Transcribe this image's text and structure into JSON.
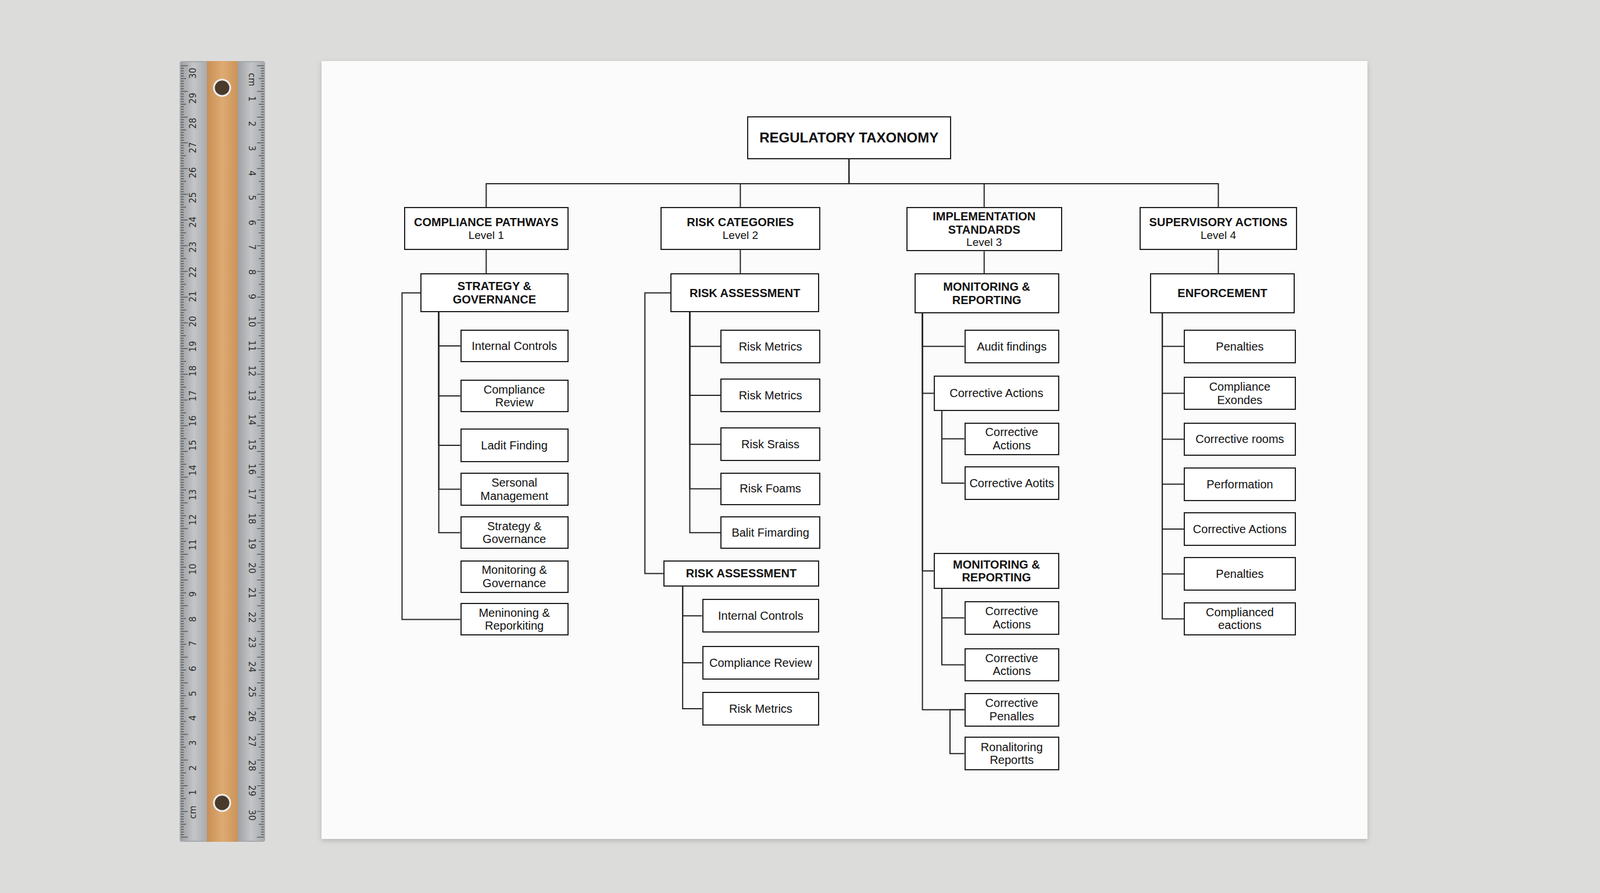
{
  "diagram": {
    "nodes": [
      {
        "text": [
          "REGULATORY TAXONOMY"
        ]
      },
      {
        "text": [
          "COMPLIANCE PATHWAYS",
          "Level 1"
        ]
      },
      {
        "text": [
          "RISK CATEGORIES",
          "Level 2"
        ]
      },
      {
        "text": [
          "IMPLEMENTATION STANDARDS",
          "Level 3"
        ]
      },
      {
        "text": [
          "SUPERVISORY ACTIONS",
          "Level 4"
        ]
      },
      {
        "text": [
          "STRATEGY & GOVERNANCE"
        ]
      },
      {
        "text": [
          "Internal Controls"
        ]
      },
      {
        "text": [
          "Compliance Review"
        ]
      },
      {
        "text": [
          "Ladit Finding"
        ]
      },
      {
        "text": [
          "Sersonal Management"
        ]
      },
      {
        "text": [
          "Strategy & Governance"
        ]
      },
      {
        "text": [
          "Monitoring & Governance"
        ]
      },
      {
        "text": [
          "Meninoning & Reporkiting"
        ]
      },
      {
        "text": [
          "RISK ASSESSMENT"
        ]
      },
      {
        "text": [
          "Risk Metrics"
        ]
      },
      {
        "text": [
          "Risk Metrics"
        ]
      },
      {
        "text": [
          "Risk Sraiss"
        ]
      },
      {
        "text": [
          "Risk Foams"
        ]
      },
      {
        "text": [
          "Balit Fimarding"
        ]
      },
      {
        "text": [
          "RISK ASSESSMENT"
        ]
      },
      {
        "text": [
          "Internal Controls"
        ]
      },
      {
        "text": [
          "Compliance Review"
        ]
      },
      {
        "text": [
          "Risk Metrics"
        ]
      },
      {
        "text": [
          "MONITORING & REPORTING"
        ]
      },
      {
        "text": [
          "Audit findings"
        ]
      },
      {
        "text": [
          "Corrective Actions"
        ]
      },
      {
        "text": [
          "Corrective Actions"
        ]
      },
      {
        "text": [
          "Corrective Aotits"
        ]
      },
      {
        "text": [
          "MONITORING & REPORTING"
        ]
      },
      {
        "text": [
          "Corrective Actions"
        ]
      },
      {
        "text": [
          "Corrective Actions"
        ]
      },
      {
        "text": [
          "Corrective Penalles"
        ]
      },
      {
        "text": [
          "Ronalitoring Reportts"
        ]
      },
      {
        "text": [
          "ENFORCEMENT"
        ]
      },
      {
        "text": [
          "Penalties"
        ]
      },
      {
        "text": [
          "Compliance Exondes"
        ]
      },
      {
        "text": [
          "Corrective rooms"
        ]
      },
      {
        "text": [
          "Performation"
        ]
      },
      {
        "text": [
          "Corrective Actions"
        ]
      },
      {
        "text": [
          "Penalties"
        ]
      },
      {
        "text": [
          "Complianced eactions"
        ]
      }
    ],
    "edges": [
      {
        "from": 0,
        "to": 1,
        "arrow": "none"
      },
      {
        "from": 0,
        "to": 2,
        "arrow": "none"
      },
      {
        "from": 0,
        "to": 3,
        "arrow": "none"
      },
      {
        "from": 0,
        "to": 4,
        "arrow": "none"
      },
      {
        "from": 1,
        "to": 5,
        "arrow": "none"
      },
      {
        "from": 2,
        "to": 13,
        "arrow": "none"
      },
      {
        "from": 3,
        "to": 23,
        "arrow": "none"
      },
      {
        "from": 4,
        "to": 33,
        "arrow": "none"
      },
      {
        "from": 5,
        "to": 6,
        "arrow": "none"
      },
      {
        "from": 5,
        "to": 7,
        "arrow": "none"
      },
      {
        "from": 5,
        "to": 8,
        "arrow": "none"
      },
      {
        "from": 5,
        "to": 9,
        "arrow": "none"
      },
      {
        "from": 5,
        "to": 10,
        "arrow": "none"
      },
      {
        "from": 5,
        "to": 12,
        "arrow": "none"
      },
      {
        "from": 13,
        "to": 14,
        "arrow": "none"
      },
      {
        "from": 13,
        "to": 15,
        "arrow": "none"
      },
      {
        "from": 13,
        "to": 16,
        "arrow": "none"
      },
      {
        "from": 13,
        "to": 17,
        "arrow": "none"
      },
      {
        "from": 13,
        "to": 18,
        "arrow": "none"
      },
      {
        "from": 13,
        "to": 19,
        "arrow": "none"
      },
      {
        "from": 19,
        "to": 20,
        "arrow": "none"
      },
      {
        "from": 19,
        "to": 21,
        "arrow": "none"
      },
      {
        "from": 19,
        "to": 22,
        "arrow": "none"
      },
      {
        "from": 23,
        "to": 24,
        "arrow": "none"
      },
      {
        "from": 23,
        "to": 25,
        "arrow": "none"
      },
      {
        "from": 25,
        "to": 26,
        "arrow": "none"
      },
      {
        "from": 25,
        "to": 27,
        "arrow": "none"
      },
      {
        "from": 23,
        "to": 28,
        "arrow": "none"
      },
      {
        "from": 28,
        "to": 29,
        "arrow": "none"
      },
      {
        "from": 28,
        "to": 30,
        "arrow": "none"
      },
      {
        "from": 23,
        "to": 31,
        "arrow": "none"
      },
      {
        "from": 31,
        "to": 32,
        "arrow": "none"
      },
      {
        "from": 33,
        "to": 34,
        "arrow": "none"
      },
      {
        "from": 33,
        "to": 35,
        "arrow": "none"
      },
      {
        "from": 33,
        "to": 36,
        "arrow": "none"
      },
      {
        "from": 33,
        "to": 37,
        "arrow": "none"
      },
      {
        "from": 33,
        "to": 38,
        "arrow": "none"
      },
      {
        "from": 33,
        "to": 39,
        "arrow": "none"
      },
      {
        "from": 33,
        "to": 40,
        "arrow": "none"
      }
    ],
    "labels": [
      "30",
      "29",
      "28",
      "27",
      "26",
      "25",
      "24",
      "23",
      "22",
      "21",
      "20",
      "19",
      "18",
      "17",
      "16",
      "15",
      "14",
      "13",
      "12",
      "11",
      "10",
      "9",
      "8",
      "7",
      "6",
      "5",
      "4",
      "3",
      "2",
      "1",
      "cm",
      "cm",
      "1",
      "2",
      "3",
      "4",
      "5",
      "6",
      "7",
      "8",
      "9",
      "10",
      "11",
      "12",
      "13",
      "14",
      "15",
      "16",
      "17",
      "18",
      "19",
      "20",
      "21",
      "22",
      "23",
      "24",
      "25",
      "26",
      "27",
      "28",
      "29",
      "30"
    ]
  }
}
